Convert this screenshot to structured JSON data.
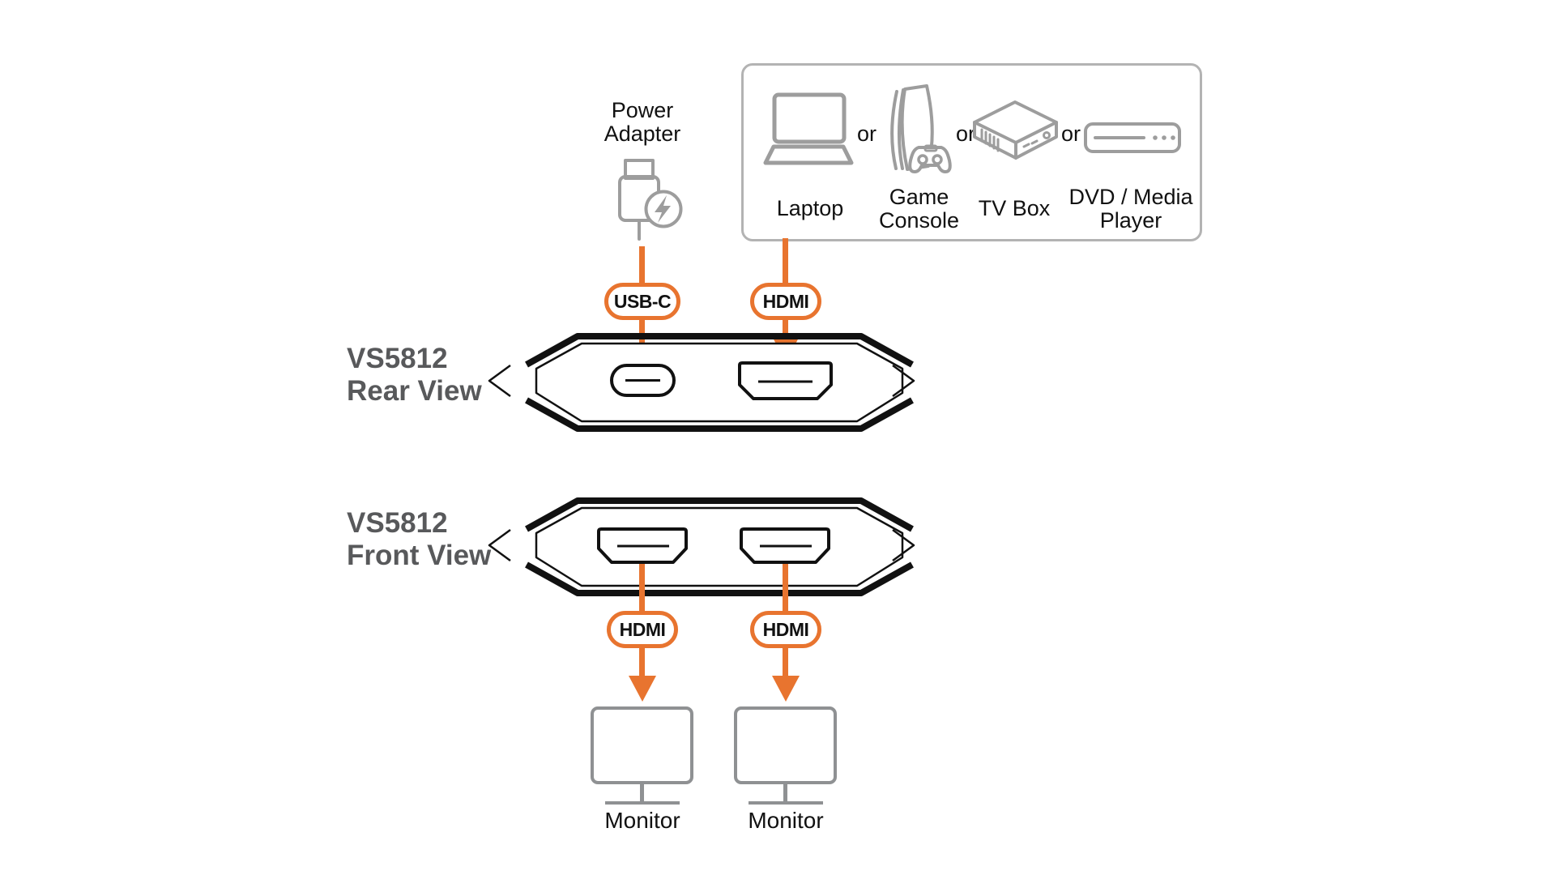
{
  "colors": {
    "accent_orange": "#e8742f",
    "device_outline": "#111111",
    "icon_gray": "#9d9d9d",
    "panel_border": "#b3b3b3",
    "device_label_gray": "#58595b",
    "monitor_gray": "#8f9193",
    "text_black": "#111111",
    "background": "#ffffff"
  },
  "icons": {
    "power_adapter": "power-adapter-icon",
    "laptop": "laptop-icon",
    "game_console": "game-console-icon",
    "tv_box": "tv-box-icon",
    "dvd_player": "dvd-media-player-icon",
    "monitor": "monitor-icon"
  },
  "power_adapter": {
    "label": "Power Adapter"
  },
  "source_box": {
    "or_label": "or",
    "devices": [
      {
        "label": "Laptop"
      },
      {
        "label": "Game Console"
      },
      {
        "label": "TV Box"
      },
      {
        "label": "DVD / Media Player"
      }
    ]
  },
  "connector_labels": {
    "usb_c": "USB-C",
    "hdmi": "HDMI"
  },
  "device_views": {
    "rear": {
      "model": "VS5812",
      "view": "Rear View"
    },
    "front": {
      "model": "VS5812",
      "view": "Front View"
    }
  },
  "outputs": [
    {
      "label": "Monitor"
    },
    {
      "label": "Monitor"
    }
  ]
}
